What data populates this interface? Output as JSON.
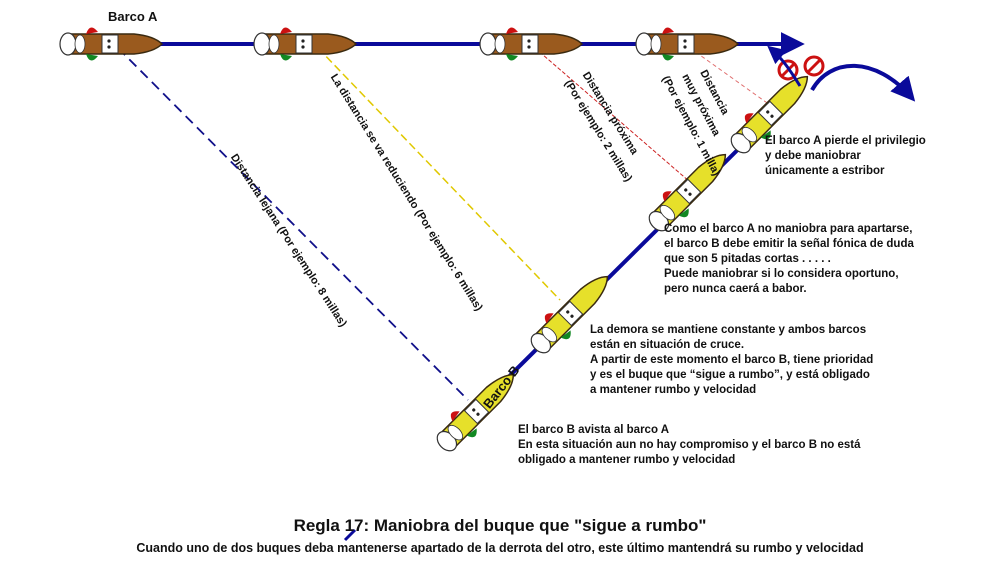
{
  "title": "Regla 17: Maniobra del buque que \"sigue a rumbo\"",
  "subtitle": "Cuando uno de dos buques deba mantenerse apartado de la derrota del otro, este último mantendrá su rumbo y velocidad",
  "boats": {
    "a_label": "Barco A",
    "b_label": "Barco B"
  },
  "distances": {
    "far": "Distancia lejana (Por ejemplo: 8 millas)",
    "reducing": "La distancia se va reduciendo (Por ejemplo: 6 millas)",
    "near_line1": "Distancia próxima",
    "near_line2": "(Por ejemplo: 2 millas)",
    "very_near_line1": "Distancia",
    "very_near_line2": "muy próxima",
    "very_near_line3": "(Por ejemplo: 1 milla)"
  },
  "notes": {
    "n1": [
      "El barco A pierde el privilegio",
      "y debe maniobrar",
      "únicamente a estribor"
    ],
    "n2": [
      "Como el barco A no maniobra para apartarse,",
      "el barco B debe emitir la señal fónica de duda",
      "que son 5 pitadas cortas . . . . .",
      "Puede maniobrar si lo considera oportuno,",
      "pero nunca caerá a babor."
    ],
    "n3": [
      "La demora se mantiene constante y ambos barcos",
      "están en situación de cruce.",
      "A partir de este momento el barco B, tiene prioridad",
      "y es el buque que “sigue a rumbo”, y está obligado",
      "a mantener rumbo y velocidad"
    ],
    "n4": [
      "El barco B avista al barco A",
      "En esta situación aun no hay compromiso y el barco B no está",
      "obligado a mantener rumbo y velocidad"
    ]
  },
  "colors": {
    "course": "#0a0a9a",
    "hull_a": "#9a5a1e",
    "hull_b": "#e6e02a",
    "port": "#cc1111",
    "starboard": "#118822",
    "no_sign": "#cc1111"
  }
}
